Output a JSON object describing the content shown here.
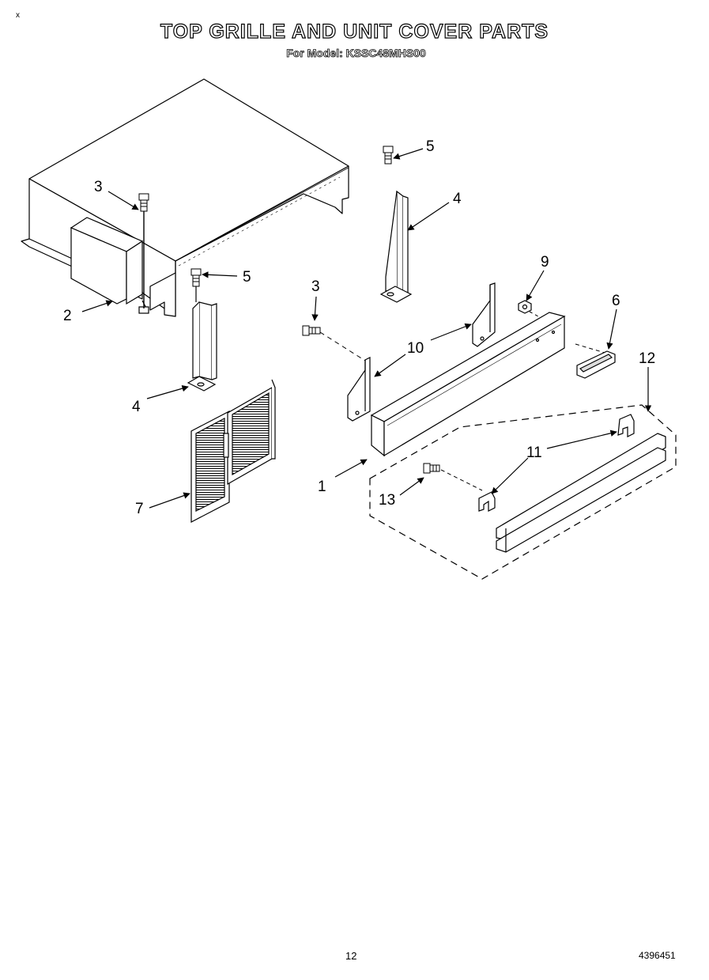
{
  "header": {
    "corner_mark": "x",
    "title": "TOP GRILLE AND UNIT COVER PARTS",
    "subtitle": "For Model: KSSC48MHS00"
  },
  "callouts": [
    {
      "id": "1",
      "label": "1"
    },
    {
      "id": "2",
      "label": "2"
    },
    {
      "id": "3a",
      "label": "3"
    },
    {
      "id": "3b",
      "label": "3"
    },
    {
      "id": "4a",
      "label": "4"
    },
    {
      "id": "4b",
      "label": "4"
    },
    {
      "id": "5a",
      "label": "5"
    },
    {
      "id": "5b",
      "label": "5"
    },
    {
      "id": "6",
      "label": "6"
    },
    {
      "id": "7",
      "label": "7"
    },
    {
      "id": "9",
      "label": "9"
    },
    {
      "id": "10",
      "label": "10"
    },
    {
      "id": "11",
      "label": "11"
    },
    {
      "id": "12",
      "label": "12"
    },
    {
      "id": "13",
      "label": "13"
    }
  ],
  "footer": {
    "page_number": "12",
    "doc_number": "4396451"
  }
}
